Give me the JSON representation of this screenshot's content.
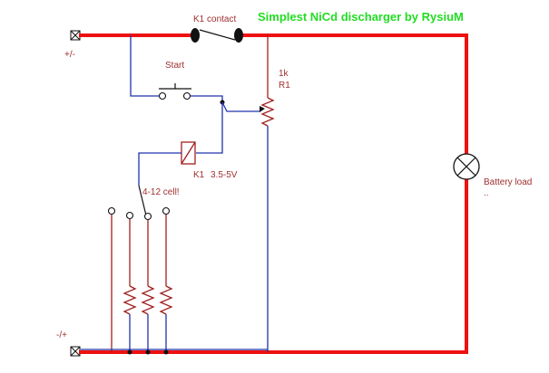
{
  "title": "Simplest NiCd discharger by RysiuM",
  "labels": {
    "k1_contact": "K1 contact",
    "terminal_top": "+/-",
    "terminal_bottom": "-/+",
    "start": "Start",
    "pot_value": "1k",
    "pot_name": "R1",
    "relay_name": "K1",
    "relay_voltage": "3.5-5V",
    "cells": "4-12 cell!",
    "load": "Battery load",
    "load_dots": ".."
  },
  "colors": {
    "title": "#22dd22",
    "power_wire": "#ee1111",
    "signal_wire": "#2233aa",
    "component": "#a02020",
    "label": "#a03030"
  }
}
